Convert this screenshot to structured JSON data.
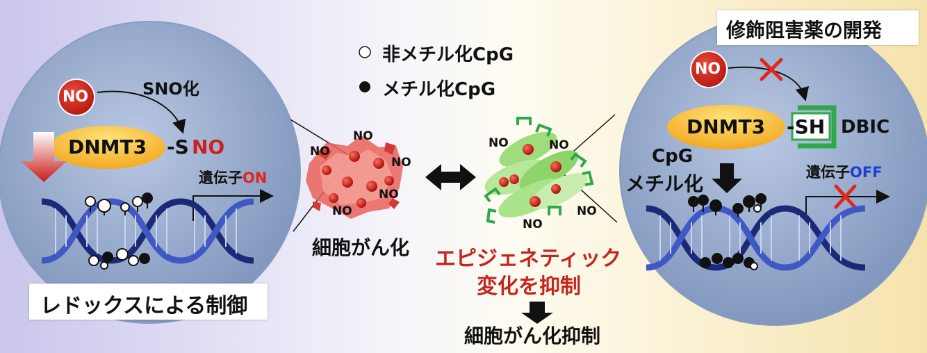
{
  "legend": {
    "unmethylated": "非メチル化CpG",
    "methylated": "メチル化CpG"
  },
  "left_panel": {
    "no_label": "NO",
    "sno_label": "SNO化",
    "enzyme": "DNMT3",
    "s_letter": "-S",
    "no_suffix": "NO",
    "gene_label": "遺伝子",
    "gene_state": "ON",
    "caption": "レドックスによる制御"
  },
  "right_panel": {
    "title": "修飾阻害薬の開発",
    "no_label": "NO",
    "enzyme": "DNMT3",
    "sh_label": "-SH",
    "inhibitor": "DBIC",
    "cpg_label": "CpG",
    "methylation_label": "メチル化",
    "gene_label": "遺伝子",
    "gene_state": "OFF"
  },
  "center": {
    "cancer_cells_label": "細胞がん化",
    "no_text": "NO",
    "epigenetic_line1": "エピジェネティック",
    "epigenetic_line2": "変化を抑制",
    "result": "細胞がん化抑制"
  },
  "colors": {
    "no_red": "#cc1f1f",
    "on_red": "#e0271a",
    "off_blue": "#1e3fd6",
    "epi_red": "#c4261d",
    "dbic_green": "#2fa84a"
  }
}
